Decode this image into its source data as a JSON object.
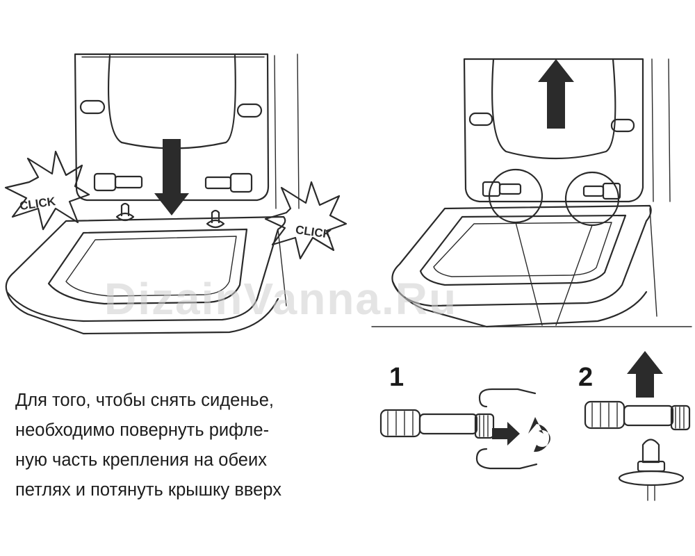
{
  "labels": {
    "click_left": "CLICK",
    "click_right": "CLICK",
    "step_1": "1",
    "step_2": "2",
    "watermark": "DizainVanna.Ru"
  },
  "caption": {
    "lines": [
      "Для того, чтобы снять сиденье,",
      "необходимо  повернуть рифле-",
      "ную часть крепления на обеих",
      "петлях и потянуть крышку вверх"
    ]
  },
  "icons": {
    "down_arrow": "arrow-down-icon",
    "up_arrow": "arrow-up-icon",
    "right_arrow": "arrow-right-icon",
    "rotate": "rotate-icon"
  }
}
